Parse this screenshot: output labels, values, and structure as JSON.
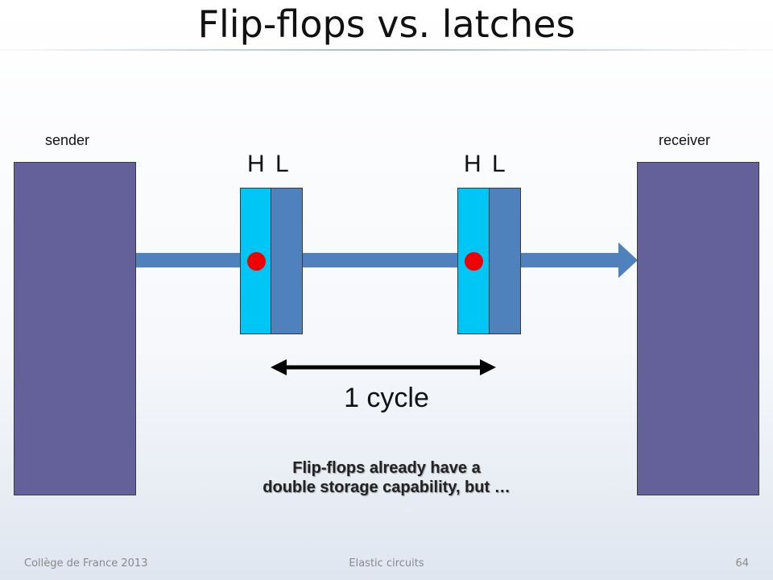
{
  "slide": {
    "title": "Flip-flops vs. latches",
    "sender_label": "sender",
    "receiver_label": "receiver",
    "latch_stages": [
      {
        "high_label": "H",
        "low_label": "L"
      },
      {
        "high_label": "H",
        "low_label": "L"
      }
    ],
    "cycle_label": "1 cycle",
    "note_line1": "Flip-flops already have a",
    "note_line2": "double storage capability, but …"
  },
  "footer": {
    "left": "Collège de France 2013",
    "center": "Elastic circuits",
    "page_number": "64"
  },
  "colors": {
    "endpoint": "#64609a",
    "latch_high": "#00c6f6",
    "latch_low": "#4f81bd",
    "wire": "#4f81bd",
    "token": "#f20000"
  }
}
